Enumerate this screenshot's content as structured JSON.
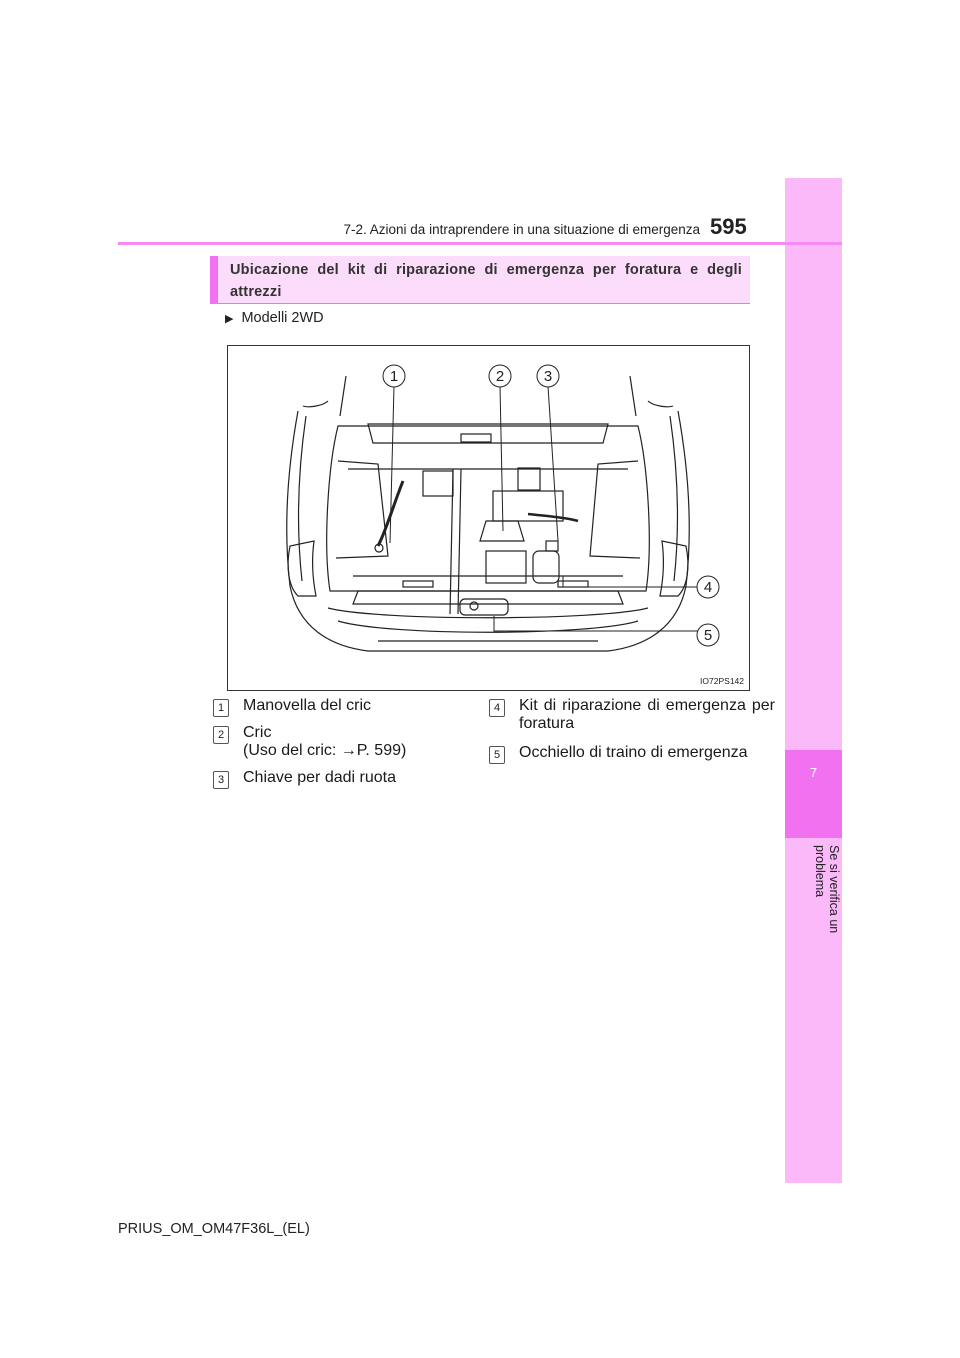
{
  "header": {
    "title": "7-2. Azioni da intraprendere in una situazione di emergenza",
    "page_number": "595"
  },
  "side_tab": {
    "chapter_number": "7",
    "chapter_label": "Se si verifica un problema"
  },
  "section": {
    "title": "Ubicazione del kit di riparazione di emergenza per foratura e degli attrezzi"
  },
  "variant": {
    "marker": "▶",
    "label": "Modelli 2WD"
  },
  "figure": {
    "code": "IO72PS142",
    "callouts": [
      "1",
      "2",
      "3",
      "4",
      "5"
    ]
  },
  "items": [
    {
      "number": "1",
      "text": "Manovella del cric"
    },
    {
      "number": "2",
      "text": "Cric",
      "subtext": "(Uso del cric: →P. 599)"
    },
    {
      "number": "3",
      "text": "Chiave per dadi ruota"
    },
    {
      "number": "4",
      "text": "Kit di riparazione di emergenza per foratura"
    },
    {
      "number": "5",
      "text": "Occhiello di traino di emergenza"
    }
  ],
  "footer": {
    "code": "PRIUS_OM_OM47F36L_(EL)"
  },
  "colors": {
    "accent": "#f171f1",
    "accent_light": "#fbb9fa",
    "section_bg": "#fcdcfb"
  }
}
